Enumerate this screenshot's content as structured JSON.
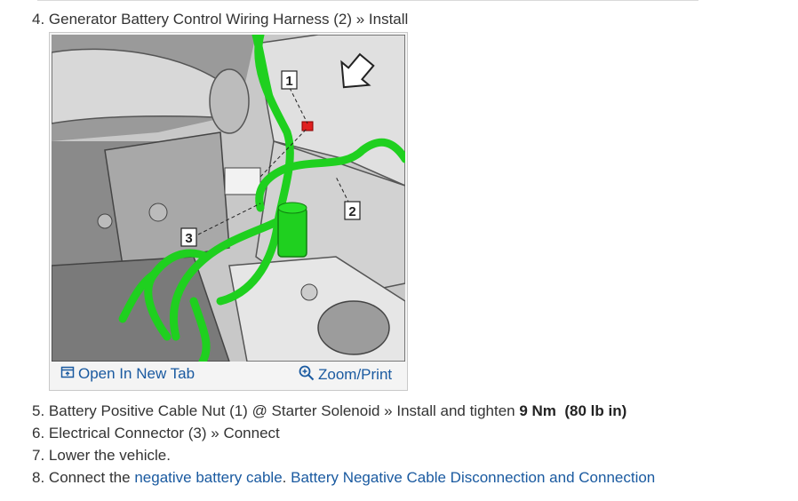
{
  "steps": {
    "step4": {
      "num": "4.",
      "text": "Generator Battery Control Wiring Harness (2) » Install"
    },
    "step5": {
      "num": "5.",
      "text": "Battery Positive Cable Nut (1) @ Starter Solenoid » Install and tighten ",
      "torque_nm": "9 Nm",
      "torque_lbin": "(80 lb in)"
    },
    "step6": {
      "num": "6.",
      "text": "Electrical Connector (3) » Connect"
    },
    "step7": {
      "num": "7.",
      "text": "Lower the vehicle."
    },
    "step8": {
      "num": "8.",
      "text": "Connect the ",
      "link1": "negative battery cable",
      "sep": ". ",
      "link2": "Battery Negative Cable Disconnection and Connection"
    }
  },
  "figure": {
    "callouts": [
      "1",
      "2",
      "3"
    ],
    "open_new_tab": "Open In New Tab",
    "zoom_print": "Zoom/Print",
    "harness_color": "#1fd01f",
    "nut_color": "#e02020"
  },
  "colors": {
    "link": "#1a5aa0",
    "text": "#333333"
  }
}
